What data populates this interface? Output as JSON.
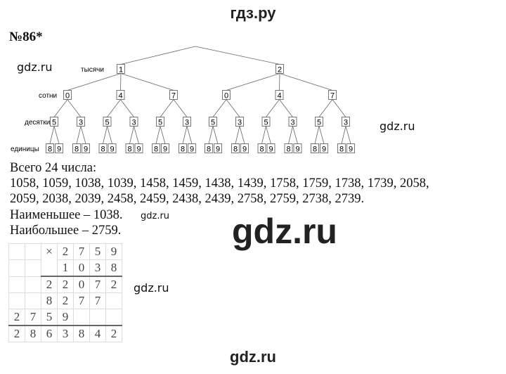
{
  "header": "гдз.ру",
  "task_number": "№86*",
  "watermark": "gdz.ru",
  "tree": {
    "level_labels": [
      "тысячи",
      "сотни",
      "десятки",
      "единицы"
    ],
    "thousands": [
      "1",
      "2"
    ],
    "hundreds": [
      "0",
      "4",
      "7"
    ],
    "tens": [
      "5",
      "3"
    ],
    "units": [
      "8",
      "9"
    ]
  },
  "text": {
    "total": "Всего 24 числа:",
    "numbers_line1": "1058, 1059, 1038, 1039, 1458, 1459, 1438, 1439, 1758, 1759, 1738, 1739, 2058,",
    "numbers_line2": "2059, 2038, 2039, 2458, 2459, 2438, 2439, 2758, 2759, 2738, 2739.",
    "smallest": "Наименьшее – 1038.",
    "largest": "Наибольшее – 2759."
  },
  "multiplication": {
    "rows": [
      [
        "",
        "",
        "×",
        "2",
        "7",
        "5",
        "9"
      ],
      [
        "",
        "",
        "",
        "1",
        "0",
        "3",
        "8"
      ],
      [
        "",
        "",
        "2",
        "2",
        "0",
        "7",
        "2"
      ],
      [
        "",
        "",
        "8",
        "2",
        "7",
        "7",
        ""
      ],
      [
        "2",
        "7",
        "5",
        "9",
        "",
        "",
        ""
      ],
      [
        "2",
        "8",
        "6",
        "3",
        "8",
        "4",
        "2"
      ]
    ]
  },
  "footer": "gdz.ru"
}
